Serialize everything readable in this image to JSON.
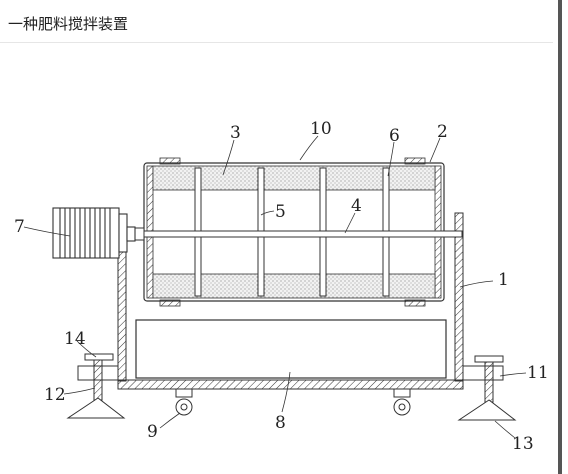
{
  "title": "一种肥料搅拌装置",
  "labels": {
    "n1": "1",
    "n2": "2",
    "n3": "3",
    "n4": "4",
    "n5": "5",
    "n6": "6",
    "n7": "7",
    "n8": "8",
    "n9": "9",
    "n10": "10",
    "n11": "11",
    "n12": "12",
    "n13": "13",
    "n14": "14"
  }
}
